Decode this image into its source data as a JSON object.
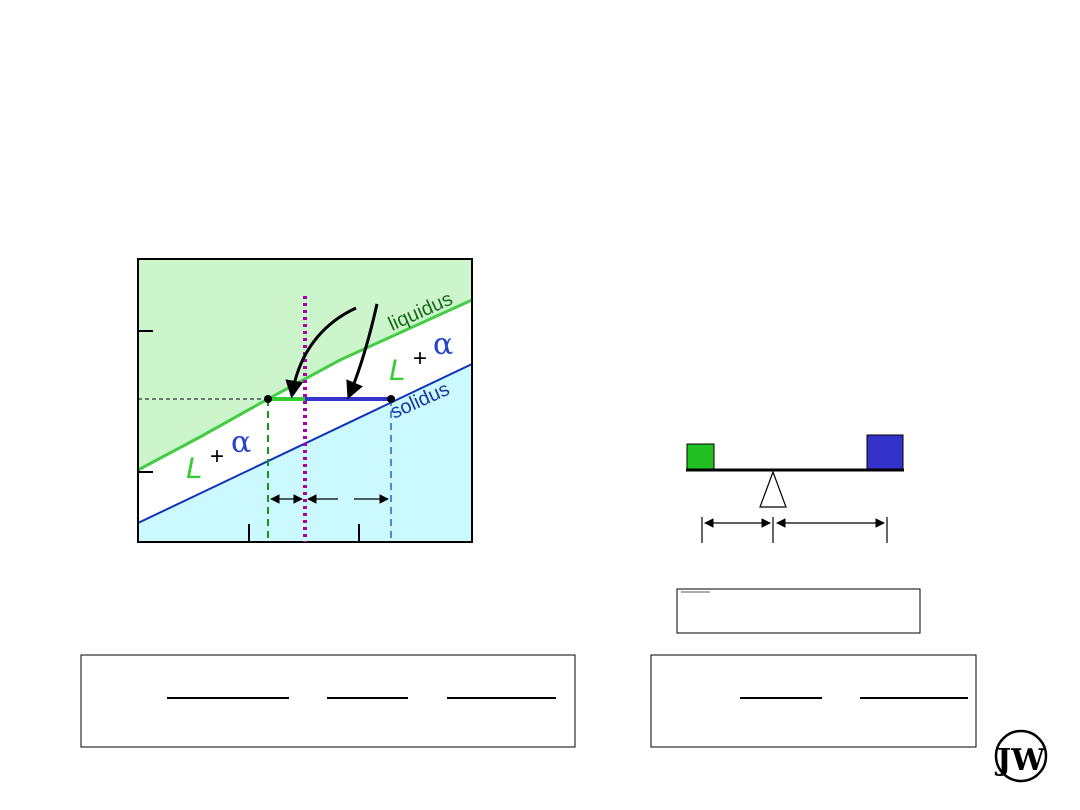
{
  "phase_diagram": {
    "liquidus_label": "liquidus",
    "solidus_label": "solidus",
    "region_upper": {
      "L": "L",
      "plus": "+",
      "alpha": "α"
    },
    "region_lower": {
      "L": "L",
      "plus": "+",
      "alpha": "α"
    }
  },
  "colors": {
    "liquid_region": "#ccf5cc",
    "solid_region": "#ccf8ff",
    "liquidus_line": "#44cc44",
    "solidus_line": "#1133bb",
    "composition_line": "#aa00aa",
    "liquid_mass": "#22c022",
    "solid_mass": "#3333cc"
  },
  "lever": {
    "caption_box_text": ""
  },
  "logo": {
    "text": "JW"
  }
}
